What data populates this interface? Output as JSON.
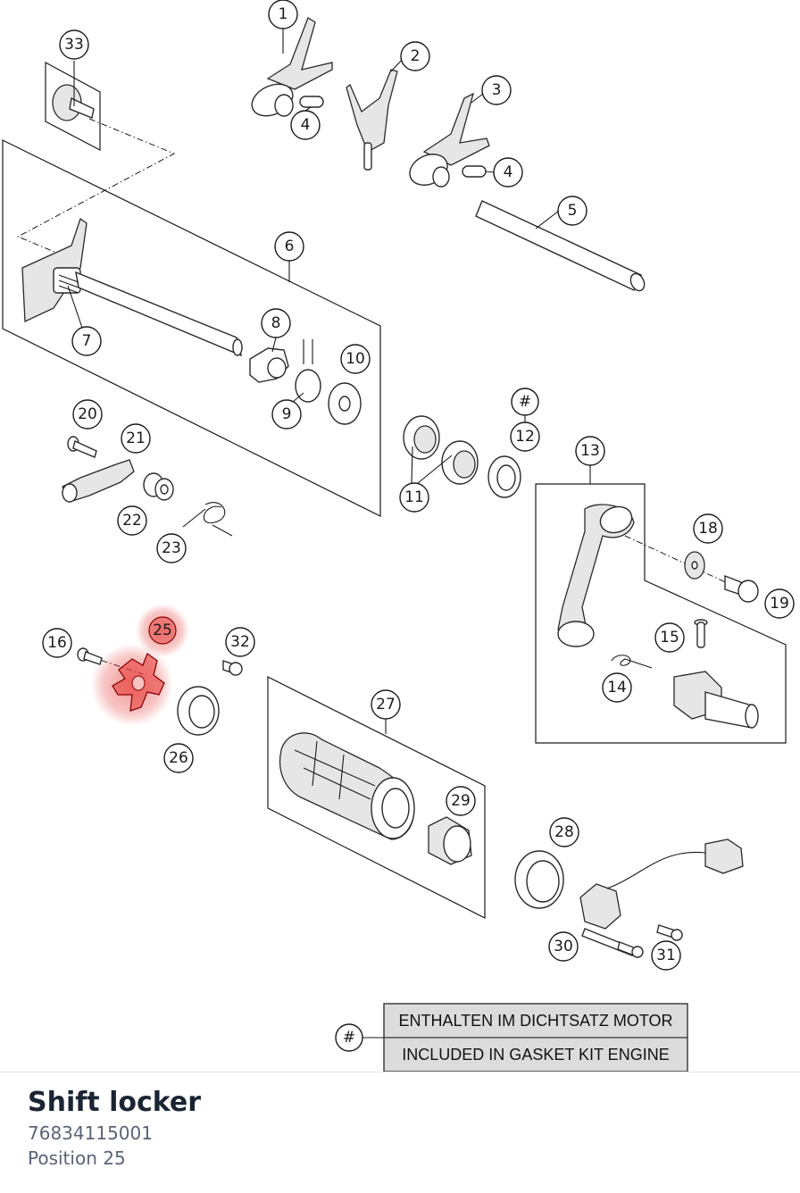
{
  "diagram": {
    "callouts": [
      "1",
      "2",
      "3",
      "4",
      "4",
      "5",
      "6",
      "7",
      "8",
      "9",
      "10",
      "#",
      "12",
      "11",
      "13",
      "18",
      "19",
      "15",
      "14",
      "20",
      "21",
      "22",
      "23",
      "16",
      "25",
      "32",
      "26",
      "27",
      "29",
      "28",
      "30",
      "31",
      "33"
    ],
    "legend": {
      "marker": "#",
      "line1": "ENTHALTEN IM DICHTSATZ MOTOR",
      "line2": "INCLUDED IN GASKET KIT ENGINE"
    },
    "highlight_color": "#e53935"
  },
  "part": {
    "title": "Shift locker",
    "number": "76834115001",
    "position": "Position 25"
  }
}
